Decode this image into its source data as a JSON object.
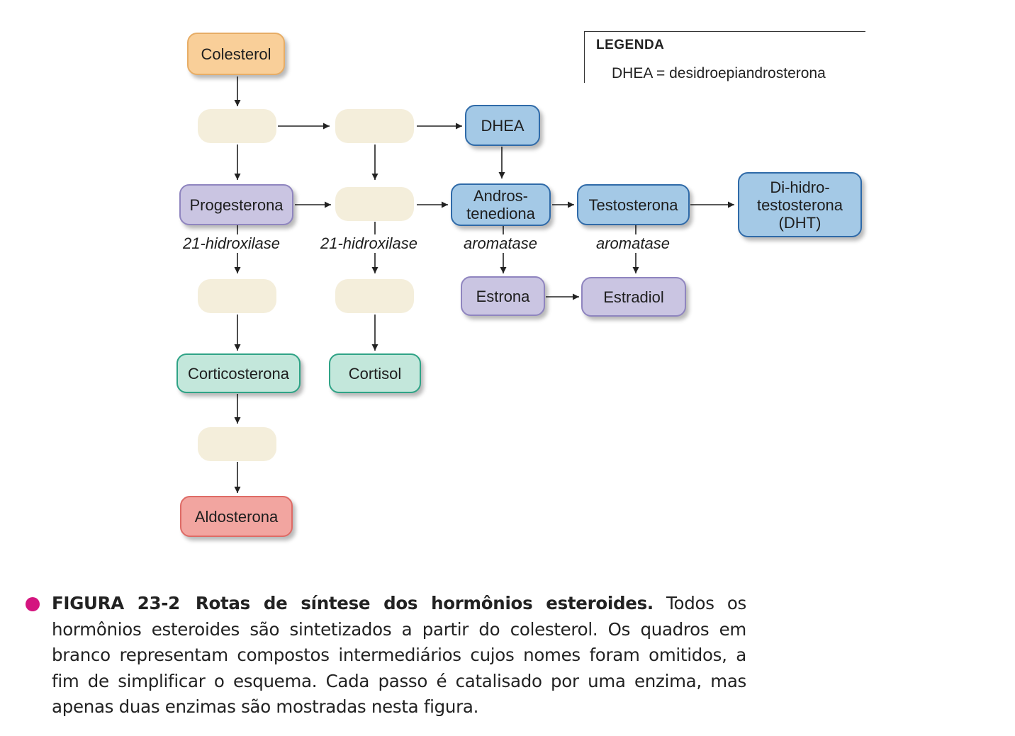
{
  "legend": {
    "title": "LEGENDA",
    "entry": "DHEA = desidroepiandrosterona"
  },
  "nodes": {
    "colesterol": "Colesterol",
    "dhea": "DHEA",
    "progesterona": "Progesterona",
    "androstenediona": "Andros-\ntenediona",
    "testosterona": "Testosterona",
    "dht": "Di-hidro-\ntestosterona\n(DHT)",
    "estrona": "Estrona",
    "estradiol": "Estradiol",
    "corticosterona": "Corticosterona",
    "cortisol": "Cortisol",
    "aldosterona": "Aldosterona"
  },
  "enzymes": {
    "hidroxilase_left": "21-hidroxilase",
    "hidroxilase_mid": "21-hidroxilase",
    "aromatase_left": "aromatase",
    "aromatase_right": "aromatase"
  },
  "caption": {
    "label": "FIGURA 23-2",
    "title": "Rotas de síntese dos hormônios esteroides.",
    "text": " Todos os hormônios esteroides são sintetizados a partir do colesterol. Os quadros em branco representam compostos intermediários cujos nomes foram omitidos, a fim de simplificar o esquema. Cada passo é catalisado por uma enzima, mas apenas duas enzimas são mostradas nesta figura."
  },
  "colors": {
    "cholesterol": "#f9cf99",
    "progestin_estrogen": "#cac5e2",
    "androgen": "#a4c9e6",
    "glucocorticoid_mineralocorticoid": "#c3e7db",
    "aldosterone": "#f2a5a0",
    "intermediate": "#f4eedb",
    "caption_bullet": "#d4157f"
  }
}
